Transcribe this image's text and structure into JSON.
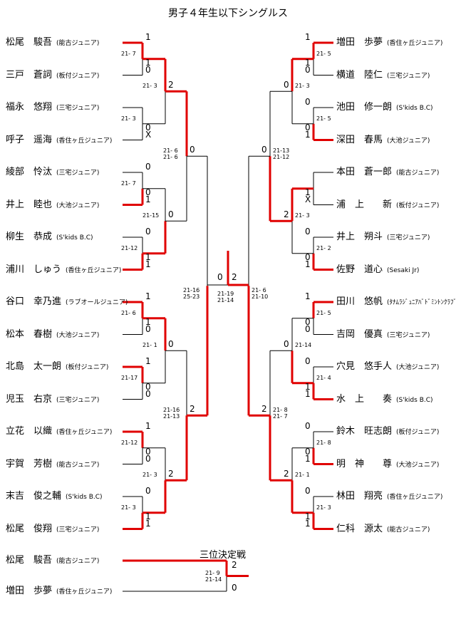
{
  "title": "男子４年生以下シングルス",
  "third_place_title": "三位決定戦",
  "left_players": [
    {
      "name": "松尾　駿吾",
      "club": "(能古ジュニア)"
    },
    {
      "name": "三戸　蒼詞",
      "club": "(板付ジュニア)"
    },
    {
      "name": "福永　悠翔",
      "club": "(三宅ジュニア)"
    },
    {
      "name": "呼子　遥海",
      "club": "(香住ヶ丘ジュニア)"
    },
    {
      "name": "綾部　怜汰",
      "club": "(三宅ジュニア)"
    },
    {
      "name": "井上　睦也",
      "club": "(大池ジュニア)"
    },
    {
      "name": "柳生　恭成",
      "club": "(S'kids B.C)"
    },
    {
      "name": "浦川　しゅう",
      "club": "(香住ヶ丘ジュニア)"
    },
    {
      "name": "谷口　幸乃進",
      "club": "(ラブオールジュニア)"
    },
    {
      "name": "松本　春樹",
      "club": "(大池ジュニア)"
    },
    {
      "name": "北島　太一朗",
      "club": "(板付ジュニア)"
    },
    {
      "name": "児玉　右京",
      "club": "(三宅ジュニア)"
    },
    {
      "name": "立花　以織",
      "club": "(香住ヶ丘ジュニア)"
    },
    {
      "name": "宇賀　芳樹",
      "club": "(能古ジュニア)"
    },
    {
      "name": "末吉　俊之輔",
      "club": "(S'kids B.C)"
    },
    {
      "name": "松尾　俊翔",
      "club": "(三宅ジュニア)"
    }
  ],
  "right_players": [
    {
      "name": "増田　歩夢",
      "club": "(香住ヶ丘ジュニア)"
    },
    {
      "name": "横道　陸仁",
      "club": "(三宅ジュニア)"
    },
    {
      "name": "池田　修一朗",
      "club": "(S'kids B.C)"
    },
    {
      "name": "深田　春馬",
      "club": "(大池ジュニア)"
    },
    {
      "name": "本田　蒼一郎",
      "club": "(能古ジュニア)"
    },
    {
      "name": "浦　上　　新",
      "club": "(板付ジュニア)"
    },
    {
      "name": "井上　朔斗",
      "club": "(三宅ジュニア)"
    },
    {
      "name": "佐野　道心",
      "club": "(Sesaki Jr)"
    },
    {
      "name": "田川　悠帆",
      "club": "(ﾀﾅﾑﾗｼﾞｭﾆｱﾊﾞﾄﾞﾐﾝﾄﾝｸﾗﾌﾞ)"
    },
    {
      "name": "吉岡　優真",
      "club": "(三宅ジュニア)"
    },
    {
      "name": "穴見　悠手人",
      "club": "(大池ジュニア)"
    },
    {
      "name": "水　上　　奏",
      "club": "(S'kids B.C)"
    },
    {
      "name": "鈴木　旺志朗",
      "club": "(板付ジュニア)"
    },
    {
      "name": "明　神　　尊",
      "club": "(大池ジュニア)"
    },
    {
      "name": "林田　翔亮",
      "club": "(香住ヶ丘ジュニア)"
    },
    {
      "name": "仁科　源太",
      "club": "(能古ジュニア)"
    }
  ],
  "third_place_players": [
    {
      "name": "松尾　駿吾",
      "club": "(能古ジュニア)"
    },
    {
      "name": "増田　歩夢",
      "club": "(香住ヶ丘ジュニア)"
    }
  ],
  "left_r1_games": [
    "1",
    "0",
    "",
    "X",
    "0",
    "1",
    "0",
    "1",
    "1",
    "0",
    "1",
    "0",
    "1",
    "0",
    "0",
    "1"
  ],
  "right_r1_games": [
    "1",
    "0",
    "0",
    "1",
    "",
    "X",
    "0",
    "1",
    "1",
    "0",
    "0",
    "1",
    "0",
    "1",
    "0",
    "1"
  ],
  "left_r1_scores": [
    "21- 7",
    "21- 3",
    "21- 7",
    "21-12",
    "21- 6",
    "21-17",
    "21-12",
    "21- 3"
  ],
  "right_r1_scores": [
    "21- 5",
    "21- 5",
    "",
    "21- 2",
    "21- 5",
    "21- 4",
    "21- 8",
    "21- 3"
  ],
  "left_r2_games": [
    "1",
    "0",
    "0",
    "1",
    "1",
    "0",
    "0",
    "1"
  ],
  "right_r2_games": [
    "1",
    "0",
    "1",
    "0",
    "0",
    "1",
    "0",
    "1"
  ],
  "left_r2_scores": [
    "21- 3",
    "21-15",
    "21- 1",
    "21- 3"
  ],
  "right_r2_scores": [
    "21- 3",
    "21- 3",
    "21-14",
    "21- 1"
  ],
  "left_r3_games": [
    "2",
    "0",
    "0",
    "2"
  ],
  "right_r3_games": [
    "0",
    "2",
    "0",
    "2"
  ],
  "left_r3_scores": [
    "21- 6\n21- 6",
    "21-16\n21-13"
  ],
  "right_r3_scores": [
    "21-13\n21-12",
    "21- 8\n21- 7"
  ],
  "left_r4_games": [
    "0",
    "2"
  ],
  "right_r4_games": [
    "0",
    "2"
  ],
  "left_r4_score": "21-16\n25-23",
  "right_r4_score": "21- 6\n21-10",
  "final_games": [
    "0",
    "2"
  ],
  "final_score": "21-19\n21-14",
  "third_games": [
    "2",
    "0"
  ],
  "third_score": "21- 9\n21-14",
  "colors": {
    "win_line": "#e00000",
    "line": "#000000"
  }
}
